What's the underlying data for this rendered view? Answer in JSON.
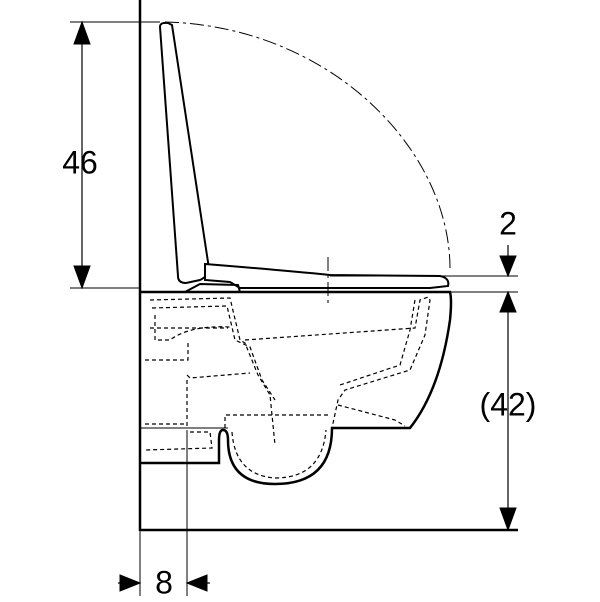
{
  "dimensions": {
    "seat_height_open": "46",
    "seat_gap": "2",
    "rim_height": "(42)",
    "wall_offset": "8"
  },
  "colors": {
    "line": "#000000",
    "background": "#ffffff"
  }
}
